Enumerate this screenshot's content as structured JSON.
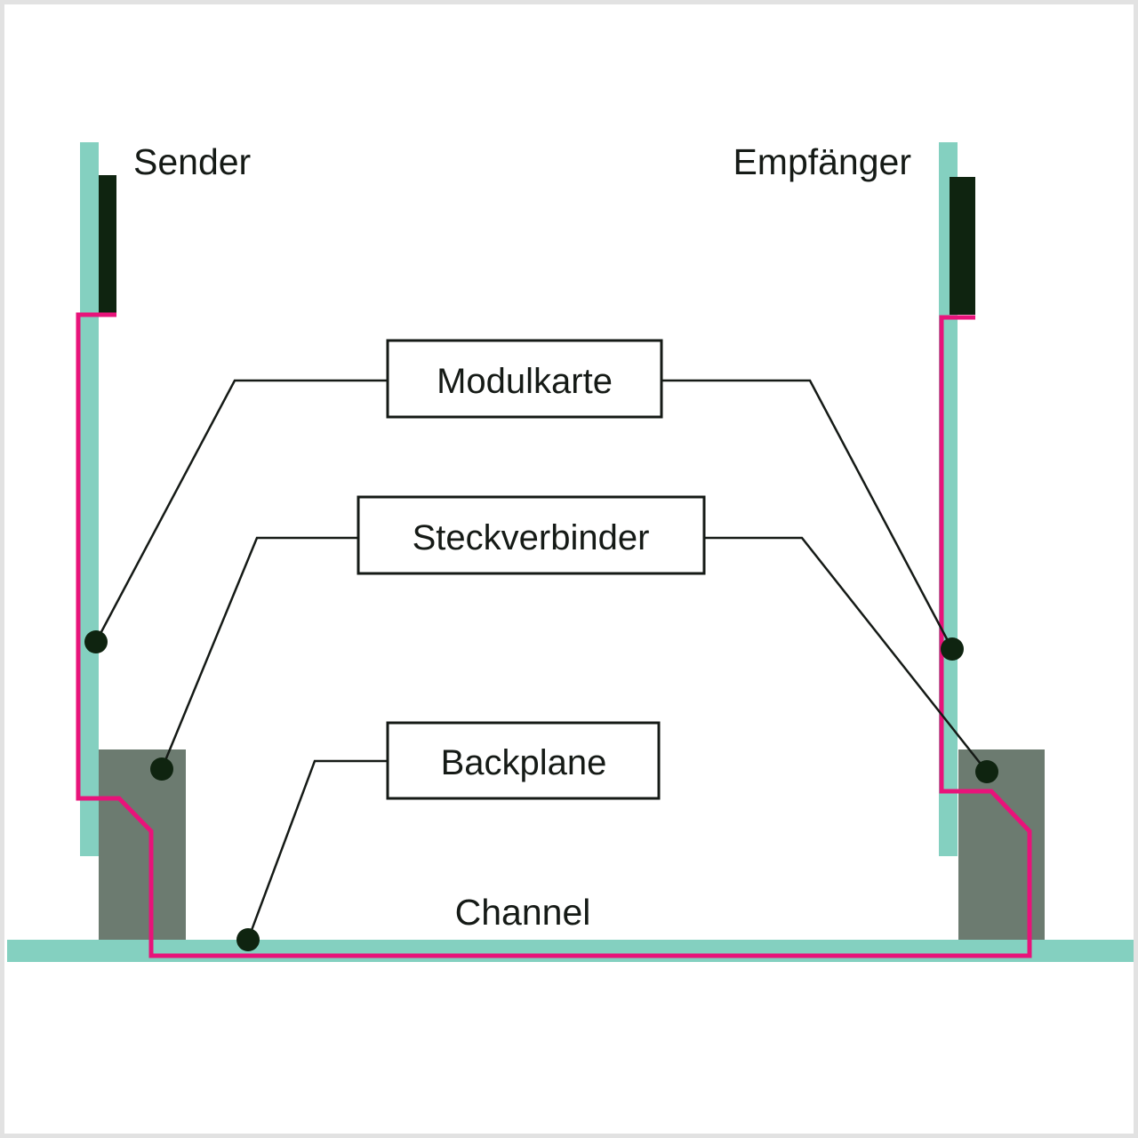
{
  "labels": {
    "sender": "Sender",
    "receiver": "Empfänger",
    "channel": "Channel"
  },
  "callouts": {
    "module_card": "Modulkarte",
    "connector": "Steckverbinder",
    "backplane": "Backplane"
  },
  "colors": {
    "board": "#84d0c0",
    "chip": "#0f2410",
    "connector": "#6c7b70",
    "signal_path": "#e8137a",
    "leader": "#151a16"
  }
}
